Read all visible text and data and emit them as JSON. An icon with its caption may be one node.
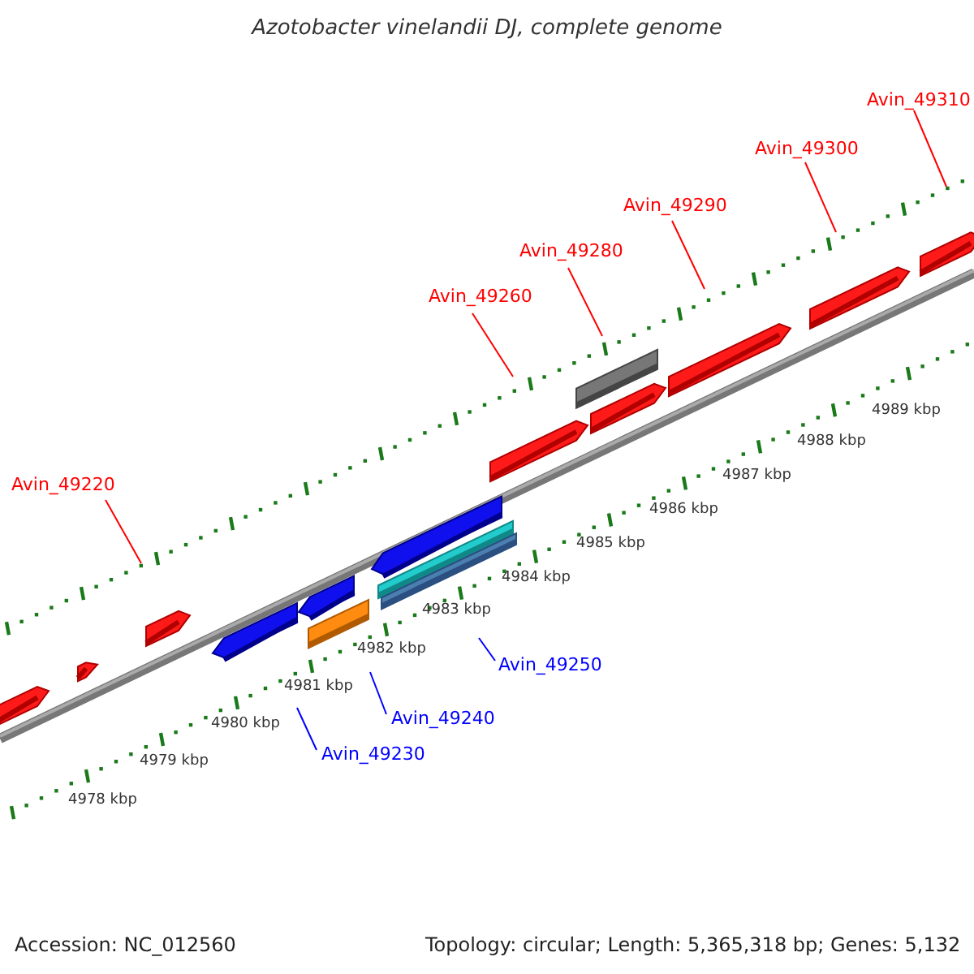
{
  "diagram": {
    "title": "Azotobacter vinelandii DJ, complete genome",
    "nodes": [
      {
        "text": [
          "Avin_49220"
        ]
      },
      {
        "text": [
          "Avin_49260"
        ]
      },
      {
        "text": [
          "Avin_49280"
        ]
      },
      {
        "text": [
          "Avin_49290"
        ]
      },
      {
        "text": [
          "Avin_49300"
        ]
      },
      {
        "text": [
          "Avin_49310"
        ]
      },
      {
        "text": [
          "Avin_49250"
        ]
      },
      {
        "text": [
          "Avin_49240"
        ]
      },
      {
        "text": [
          "Avin_49230"
        ]
      }
    ],
    "edges": [
      {
        "from": 0,
        "to": null,
        "arrow": "none"
      },
      {
        "from": 1,
        "to": null,
        "arrow": "none"
      },
      {
        "from": 2,
        "to": null,
        "arrow": "none"
      },
      {
        "from": 3,
        "to": null,
        "arrow": "none"
      },
      {
        "from": 4,
        "to": null,
        "arrow": "none"
      },
      {
        "from": 5,
        "to": null,
        "arrow": "none"
      },
      {
        "from": 6,
        "to": null,
        "arrow": "none",
        "color": "#0000ff"
      },
      {
        "from": 7,
        "to": null,
        "arrow": "none",
        "color": "#0000ff"
      },
      {
        "from": 8,
        "to": null,
        "arrow": "none",
        "color": "#0000ff"
      }
    ],
    "labels": [
      "4989 kbp",
      "4988 kbp",
      "4987 kbp",
      "4986 kbp",
      "4985 kbp",
      "4984 kbp",
      "4983 kbp",
      "4982 kbp",
      "4981 kbp",
      "4980 kbp",
      "4979 kbp",
      "4978 kbp",
      "Accession: NC_012560",
      "Topology: circular; Length: 5,365,318 bp; Genes: 5,132"
    ]
  }
}
